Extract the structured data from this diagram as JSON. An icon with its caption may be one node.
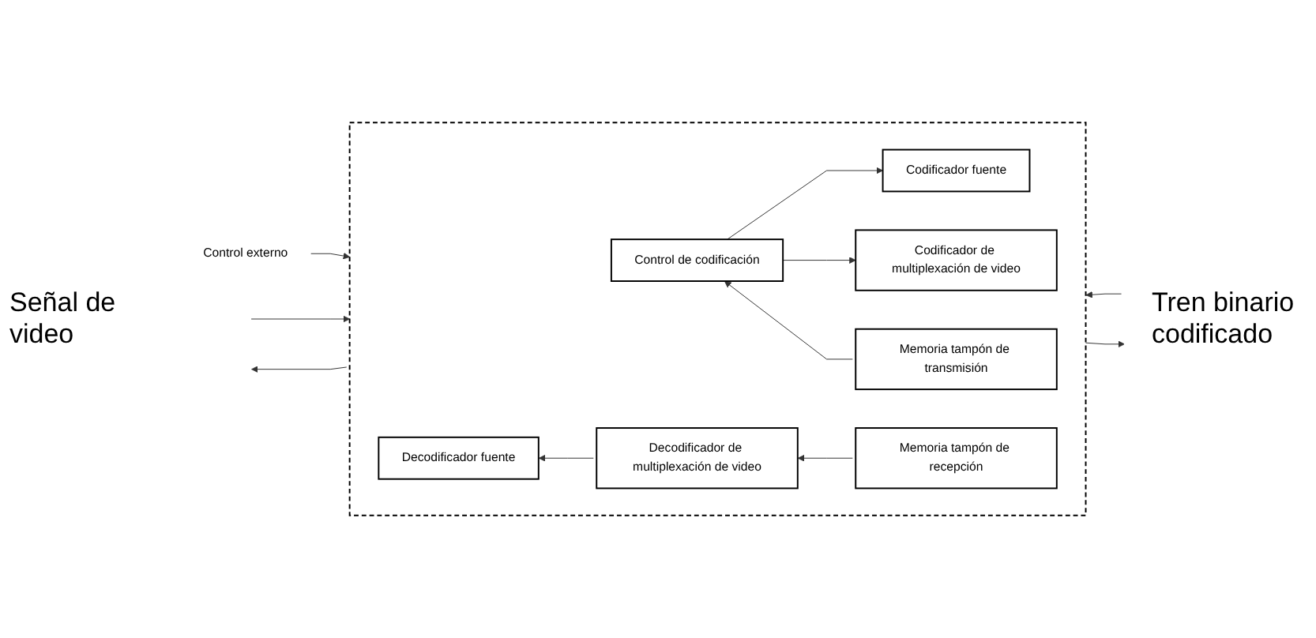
{
  "diagram": {
    "nodes": [
      {
        "text": [
          "Control externo"
        ]
      },
      {
        "text": [],
        "shape": "box"
      },
      {
        "text": [
          "Control de codificación"
        ],
        "in": 1
      },
      {
        "text": [
          "Codificador fuente"
        ],
        "in": 1
      },
      {
        "text": [
          "Codificador de multiplexación de video"
        ],
        "in": 1
      },
      {
        "text": [
          "Memoria tampón de transmisión"
        ],
        "in": 1
      },
      {
        "text": [
          "Decodificador fuente"
        ],
        "in": 1
      },
      {
        "text": [
          "Decodificador de multiplexación de video"
        ],
        "in": 1
      },
      {
        "text": [
          "Memoria tampón de recepción"
        ],
        "in": 1
      }
    ],
    "edges": [
      {
        "from": 0,
        "to": 1,
        "arrow": "to"
      },
      {
        "from": 2,
        "to": 3,
        "arrow": "to"
      },
      {
        "from": 2,
        "to": 4,
        "arrow": "to"
      },
      {
        "from": 5,
        "to": 2,
        "arrow": "to"
      },
      {
        "from": null,
        "to": 1,
        "arrow": "to"
      },
      {
        "from": 1,
        "to": null,
        "arrow": "to"
      },
      {
        "from": null,
        "to": 1,
        "arrow": "to"
      },
      {
        "from": 8,
        "to": 7,
        "arrow": "to"
      },
      {
        "from": 7,
        "to": 6,
        "arrow": "to"
      },
      {
        "from": 1,
        "to": null,
        "arrow": "to"
      }
    ],
    "labels": [
      "Señal de video",
      "Tren binario codificado"
    ]
  }
}
